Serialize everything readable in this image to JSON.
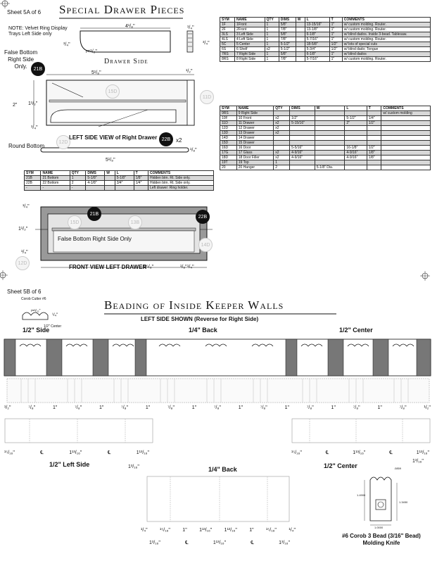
{
  "sheet_a": {
    "label": "Sheet 5A of 6",
    "title": "Special Drawer Pieces",
    "note": "NOTE: Velvet Ring Display\nTrays Left Side only",
    "drawer_side": {
      "caption": "Drawer Side",
      "dims": {
        "len": "4¹/₈\"",
        "h": "³/₄\"",
        "r": "r=¹/₂\"",
        "t": "¹/₄\"",
        "h2": "³/₄\""
      }
    },
    "false_bottom_label": "False Bottom\nRight Side\nOnly.",
    "left_view": {
      "caption": "LEFT SIDE VIEW of Right Drawer",
      "x2": "x2",
      "dims": {
        "top_len": "5¹/₈\"",
        "top_r": "¹/₂\"",
        "h": "2\"",
        "inner": "1¹/₂\"",
        "bottom": "¹/₄\"",
        "bottom_len": "5¹/₈\"",
        "bot_t": "¹/₈\""
      }
    },
    "round_bottom_label": "Round Bottom",
    "front_view": {
      "caption": "FRONT VIEW LEFT DRAWER",
      "inner_label": "False Bottom Right Side Only",
      "dims": {
        "top": "¹/₄\"",
        "mid": "1¹/₂\"",
        "bot": "¹/₄\"",
        "len": "5⁵/₈\"",
        "a": "¹/₈\"",
        "b": "¹/₄\""
      }
    },
    "circles": [
      {
        "id": "21B",
        "dark": true
      },
      {
        "id": "15D",
        "dark": false
      },
      {
        "id": "11D",
        "dark": false
      },
      {
        "id": "12D",
        "dark": false
      },
      {
        "id": "22B",
        "dark": true
      },
      {
        "id": "21B",
        "dark": true
      },
      {
        "id": "15D",
        "dark": false
      },
      {
        "id": "13B",
        "dark": false
      },
      {
        "id": "22B",
        "dark": true
      },
      {
        "id": "14D",
        "dark": false
      },
      {
        "id": "12D",
        "dark": false
      }
    ]
  },
  "table1": {
    "headers": [
      "SYM",
      "NAME",
      "QTY",
      "DIMS",
      "W",
      "L",
      "T",
      "COMMENTS"
    ],
    "rows": [
      [
        "1F",
        "1Front",
        "1",
        "5/8\"",
        "",
        "13-15/16\"",
        "1\"",
        "w/ custom molding. Router."
      ],
      [
        "2F",
        "2Front",
        "1",
        "7/8\"",
        "",
        "13-1/8\"",
        "1\"",
        "w/ custom molding. Router."
      ],
      [
        "3LS",
        "3 Left Side",
        "1",
        "5/8\"",
        "",
        "6-1/8\"",
        "1\"",
        "w/ blind dados. Inside 3-bead. Tablesaw."
      ],
      [
        "4LS",
        "4 Left Side",
        "1",
        "7/8\"",
        "",
        "5-7/16\"",
        "1\"",
        "w/ custom molding. Router."
      ],
      [
        "5C",
        "5 Center",
        "1",
        "5-1/2\"",
        "",
        "18-5/8\"",
        "1/2\"",
        "w/ lots of special cuts"
      ],
      [
        "6S",
        "6 Shelf",
        "x2",
        "5-1/2\"",
        "",
        "5-3/4\"",
        "1/2\"",
        "w/ blind dado; Tongue"
      ],
      [
        "7RS",
        "7 Right Side",
        "1",
        "5/8\"",
        "",
        "6-1/8\"",
        "1\"",
        "w/ blind dados"
      ],
      [
        "8RS",
        "8 Right Side",
        "1",
        "7/8\"",
        "",
        "5-7/16\"",
        "1\"",
        "w/ custom molding. Router."
      ]
    ]
  },
  "table2": {
    "headers": [
      "SYM",
      "NAME",
      "QTY",
      "DIMS",
      "W",
      "L",
      "T",
      "COMMENTS"
    ],
    "rows": [
      [
        "9RS",
        "9 Right Side",
        "",
        "",
        "",
        "",
        "",
        "w/ custom molding"
      ],
      [
        "10F",
        "10 Front",
        "x2",
        "1/2\"",
        "",
        "5-1/2\"",
        "1/4\"",
        ""
      ],
      [
        "11D",
        "11 Drawer",
        "x2",
        "5-15/16\"",
        "",
        "2\"",
        "1/2\"",
        ""
      ],
      [
        "12D",
        "12 Drawer",
        "x2",
        "",
        "",
        "",
        "",
        ""
      ],
      [
        "13D",
        "13 Drawer",
        "x2",
        "",
        "",
        "",
        "",
        ""
      ],
      [
        "14D",
        "14 Drawer",
        "",
        "",
        "",
        "",
        "",
        ""
      ],
      [
        "15D",
        "15 Drawer",
        "",
        "",
        "",
        "",
        "",
        ""
      ],
      [
        "16D",
        "16 Door",
        "",
        "5-5/16\"",
        "",
        "16-1/8\"",
        "1/2\"",
        ""
      ],
      [
        "17G",
        "17 Glass",
        "x2",
        "4-9/16\"",
        "",
        "4-9/16\"",
        "1/8\"",
        ""
      ],
      [
        "18D",
        "18 Door Filler",
        "x2",
        "4-9/16\"",
        "",
        "4-9/16\"",
        "1/8\"",
        ""
      ],
      [
        "19T",
        "19 Top",
        "1",
        "",
        "",
        "",
        "",
        ""
      ],
      [
        "20",
        "20 Hanger",
        "2",
        "",
        "5-1/8\" Dia.",
        "",
        "",
        ""
      ]
    ]
  },
  "table3": {
    "headers": [
      "SYM",
      "NAME",
      "QTY",
      "DIMS",
      "W",
      "L",
      "T",
      "COMMENTS"
    ],
    "rows": [
      [
        "21B",
        "21 Bottom",
        "1",
        "5-1/8\"",
        "",
        "5-1/8\"",
        "1/8\"",
        "Hidden btm. Rt. Side only."
      ],
      [
        "22B",
        "22 Bottom",
        "2",
        "4-1/8\"",
        "",
        "3/4\"",
        "1/4\"",
        "Hidden btm. Rt. Side only."
      ],
      [
        "-",
        "-",
        "-",
        "",
        "",
        "",
        "",
        "Left drawer: Ring holder."
      ]
    ]
  },
  "sheet_b": {
    "label": "Sheet 5B of 6",
    "title": "Beading of Inside Keeper Walls",
    "subtitle": "LEFT SIDE SHOWN (Reverse for Right Side)",
    "cutter": {
      "label": "Corob Cutter #6",
      "r": "r=³/₃₂\"",
      "w": "¹/₄\"",
      "center": "1/2\" Center"
    },
    "section_labels": {
      "half_side": "1/2\" Side",
      "quarter_back": "1/4\" Back",
      "half_center": "1/2\" Center"
    },
    "bottom_dims": [
      "¹/₂\"",
      "⁷/₈\"",
      "1\"",
      "⁷/₈\"",
      "1\"",
      "⁷/₈\"",
      "1\"",
      "⁷/₈\"",
      "1\"",
      "⁷/₈\"",
      "1\"",
      "⁷/₈\"",
      "1\"",
      "⁷/₈\"",
      "1\"",
      "⁷/₈\"",
      "1\"",
      "⁷/₈\"",
      "¹/₂\""
    ],
    "left_side": {
      "caption": "1/2\" Left Side",
      "dims": [
        "¹⁵/₁₆\"",
        "℄",
        "1¹³/₁₆\"",
        "℄",
        "1¹³/₁₆\""
      ],
      "extra": "1³/₁₆\""
    },
    "center": {
      "caption": "1/2\" Center",
      "dims": [
        "¹⁵/₁₆\"",
        "℄",
        "1¹³/₁₆\"",
        "℄",
        "1¹³/₁₆\""
      ],
      "extra": "1³/₁₆\""
    },
    "back": {
      "caption": "1/4\" Back",
      "dims": [
        "¹/₄\"",
        "¹⁵/₁₆\"",
        "1\"",
        "1¹³/₁₆\"",
        "1¹³/₁₆\"",
        "1\"",
        "¹⁵/₁₆\"",
        "¹/₄\""
      ],
      "dims2": [
        "1³/₁₆\"",
        "℄",
        "1¹³/₁₆\"",
        "℄",
        "1³/₁₆\""
      ]
    },
    "molding_caption": "#6 Corob 3 Bead (3/16\" Bead)\nMolding Knife",
    "molding_dims": {
      "w": "1.0000",
      "h1": "1.4900",
      "h2": "1.3450",
      "rad": ".0859"
    }
  }
}
